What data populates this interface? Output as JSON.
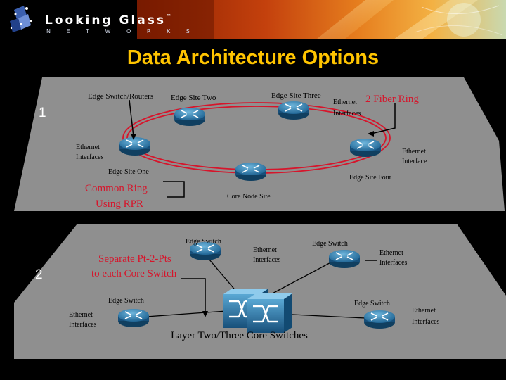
{
  "header": {
    "logo_name": "Looking Glass",
    "logo_tm": "™",
    "logo_sub": "N E T W O R K S"
  },
  "slide": {
    "title": "Data Architecture Options"
  },
  "option1": {
    "number": "1",
    "edge_switch_routers": "Edge Switch/Routers",
    "edge_site_two": "Edge Site Two",
    "edge_site_three": "Edge Site Three",
    "ethernet_label": "Ethernet",
    "interfaces_label": "Interfaces",
    "fiber_ring": "2 Fiber Ring",
    "ethernet_interfaces_left": [
      "Ethernet",
      "Interfaces"
    ],
    "ethernet_interface_right": [
      "Ethernet",
      "Interface"
    ],
    "edge_site_one": "Edge Site One",
    "edge_site_four": "Edge Site Four",
    "common_ring": [
      "Common Ring",
      "Using RPR"
    ],
    "core_node_site": "Core Node Site"
  },
  "option2": {
    "number": "2",
    "edge_switch_top": "Edge Switch",
    "separate_pts": [
      "Separate Pt-2-Pts",
      "to each Core Switch"
    ],
    "ethernet_interfaces_center": [
      "Ethernet",
      "Interfaces"
    ],
    "edge_switch_top_right": "Edge Switch",
    "ethernet_interfaces_right": [
      "Ethernet",
      "Interfaces"
    ],
    "edge_switch_left": "Edge Switch",
    "edge_switch_right": "Edge Switch",
    "ethernet_interfaces_bottom_left": [
      "Ethernet",
      "Interfaces"
    ],
    "ethernet_interfaces_bottom_right": [
      "Ethernet",
      "Interfaces"
    ],
    "core_switches": "Layer Two/Three Core Switches"
  },
  "colors": {
    "title": "#ffc400",
    "background": "#000000",
    "plane": "#8f8f8f",
    "ring_red": "#d6152b",
    "router_blue": "#1f6fa0"
  }
}
